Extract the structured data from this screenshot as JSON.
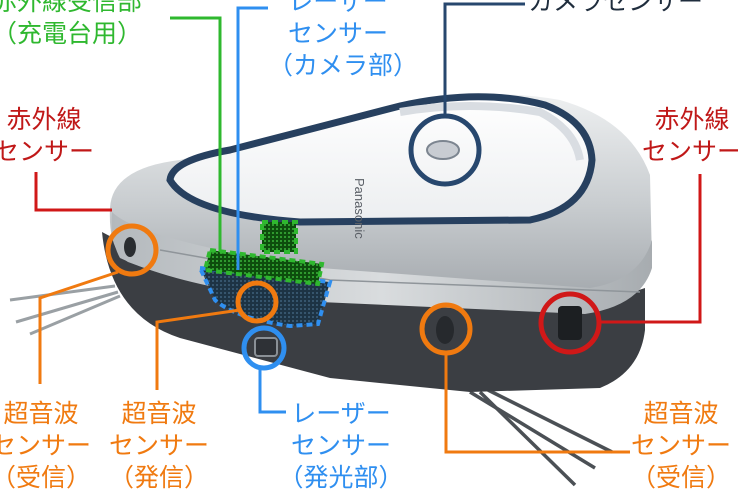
{
  "colors": {
    "green": "#2fb82f",
    "blue": "#2f8ff0",
    "navy": "#27476e",
    "red": "#d01818",
    "orange": "#f07a10",
    "dark_red": "#c01818"
  },
  "labels": {
    "ir_receiver": [
      "赤外線受信部",
      "（充電台用）"
    ],
    "laser_camera": [
      "レーザー",
      "センサー",
      "（カメラ部）"
    ],
    "camera_sensor": "カメラセンサー",
    "ir_left": [
      "赤外線",
      "センサー"
    ],
    "ir_right": [
      "赤外線",
      "センサー"
    ],
    "us_left_recv": [
      "超音波",
      "センサー",
      "（受信）"
    ],
    "us_send": [
      "超音波",
      "センサー",
      "（発信）"
    ],
    "laser_emit": [
      "レーザー",
      "センサー",
      "（発光部）"
    ],
    "us_right_recv": [
      "超音波",
      "センサー",
      "（受信）"
    ]
  },
  "device": {
    "brand_text": "Panasonic"
  }
}
